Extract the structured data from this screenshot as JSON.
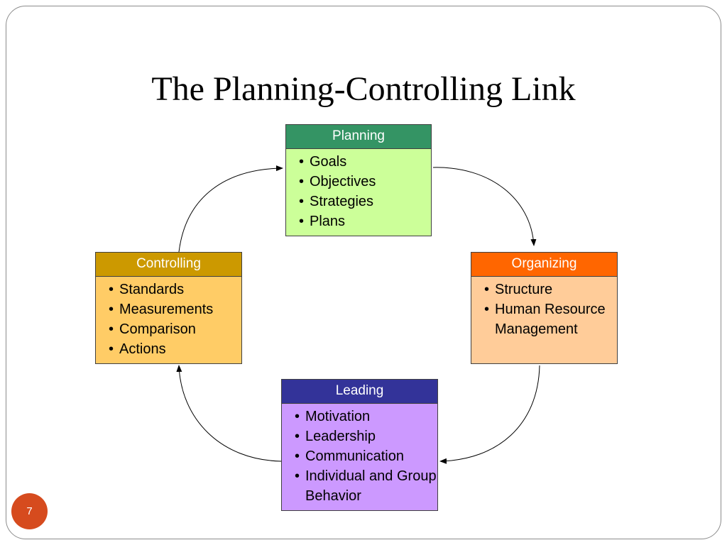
{
  "title": "The Planning-Controlling Link",
  "slide_number": "7",
  "bullet_glyph": "•",
  "colors": {
    "planning_header": "#349464",
    "planning_body": "#ccff99",
    "organizing_header": "#ff6600",
    "organizing_body": "#ffcc99",
    "leading_header": "#333399",
    "leading_body": "#cc99ff",
    "controlling_header": "#cc9900",
    "controlling_body": "#ffcc66",
    "slide_number_badge": "#d64b1e"
  },
  "boxes": {
    "planning": {
      "header": "Planning",
      "items": [
        "Goals",
        "Objectives",
        "Strategies",
        "Plans"
      ]
    },
    "organizing": {
      "header": "Organizing",
      "items": [
        "Structure",
        "Human Resource Management"
      ]
    },
    "leading": {
      "header": "Leading",
      "items": [
        "Motivation",
        "Leadership",
        "Communication",
        "Individual and Group Behavior"
      ]
    },
    "controlling": {
      "header": "Controlling",
      "items": [
        "Standards",
        "Measurements",
        "Comparison",
        "Actions"
      ]
    }
  }
}
